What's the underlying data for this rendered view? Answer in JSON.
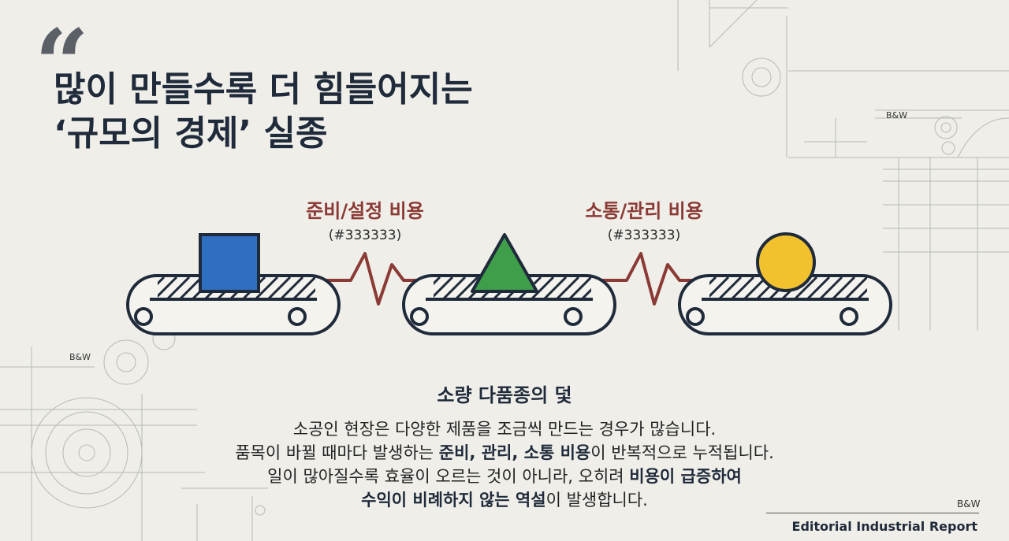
{
  "headline": {
    "quote_mark": "“",
    "line1": "많이 만들수록 더 힘들어지는",
    "line2": "‘규모의 경제’ 실종"
  },
  "costs": [
    {
      "label": "준비/설정 비용",
      "code": "(#333333)"
    },
    {
      "label": "소통/관리 비용",
      "code": "(#333333)"
    }
  ],
  "products": [
    {
      "shape": "square",
      "color": "#2f6fc2"
    },
    {
      "shape": "triangle",
      "color": "#3f9e4a"
    },
    {
      "shape": "circle",
      "color": "#f2c22e"
    }
  ],
  "colors": {
    "accent": "#8b3a35",
    "ink": "#1f2a3a",
    "background": "#efeee9"
  },
  "section": {
    "title": "소량 다품종의 덫",
    "line1": "소공인 현장은 다양한 제품을 조금씩 만드는 경우가 많습니다.",
    "line2_a": "품목이 바뀔 때마다 발생하는 ",
    "line2_b": "준비, 관리, 소통 비용",
    "line2_c": "이 반복적으로 누적됩니다.",
    "line3_a": "일이 많아질수록 효율이 오르는 것이 아니라, 오히려 ",
    "line3_b": "비용이 급증하여",
    "line4_a": "수익이 비례하지 않는 역설",
    "line4_b": "이 발생합니다."
  },
  "footer": {
    "bw_mark": "B&W",
    "report_name": "Editorial Industrial Report"
  },
  "decor_marks": {
    "top_right": "B&W",
    "left": "B&W"
  }
}
